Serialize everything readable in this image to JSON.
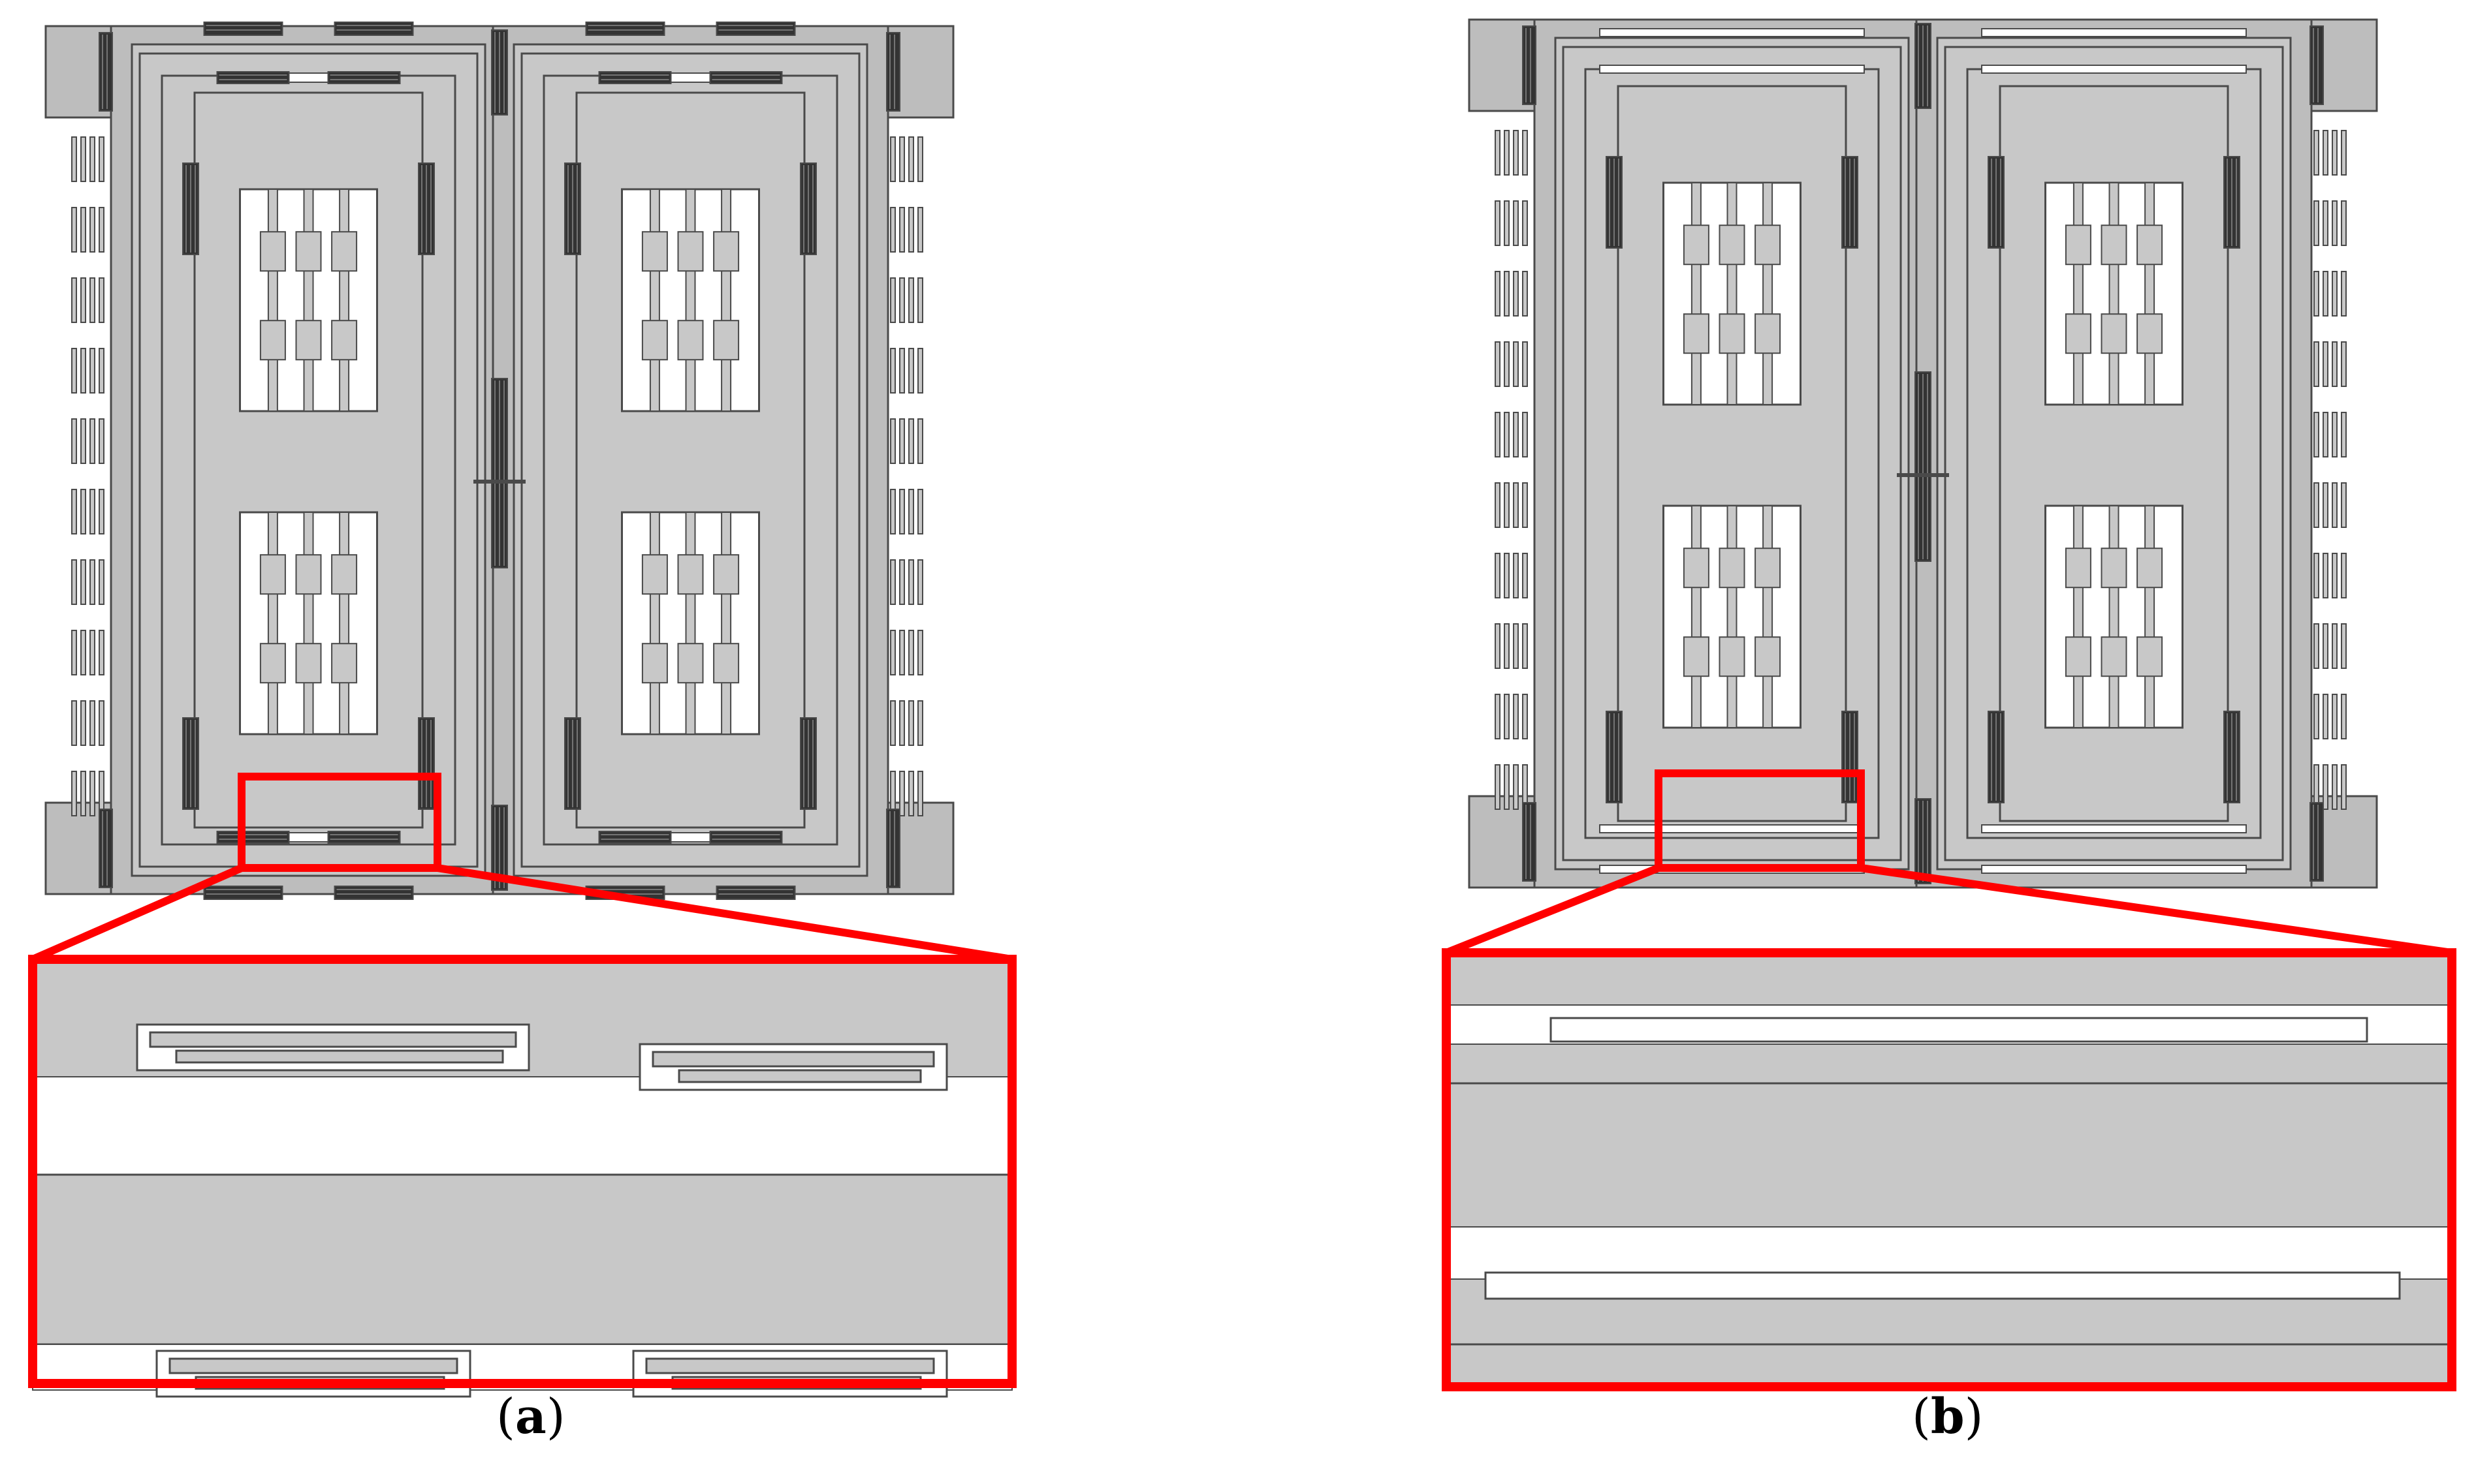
{
  "colors": {
    "body": "#c8c8c8",
    "frame": "#bdbdbd",
    "stroke": "#4a4a4a",
    "gap": "#ffffff",
    "comb": "#333333",
    "highlight": "#ff0000"
  },
  "panels": [
    {
      "id": "a",
      "variant": "folded-beam",
      "caption": {
        "open": "(",
        "letter": "a",
        "close": ")"
      }
    },
    {
      "id": "b",
      "variant": "straight-beam",
      "caption": {
        "open": "(",
        "letter": "b",
        "close": ")"
      }
    }
  ]
}
